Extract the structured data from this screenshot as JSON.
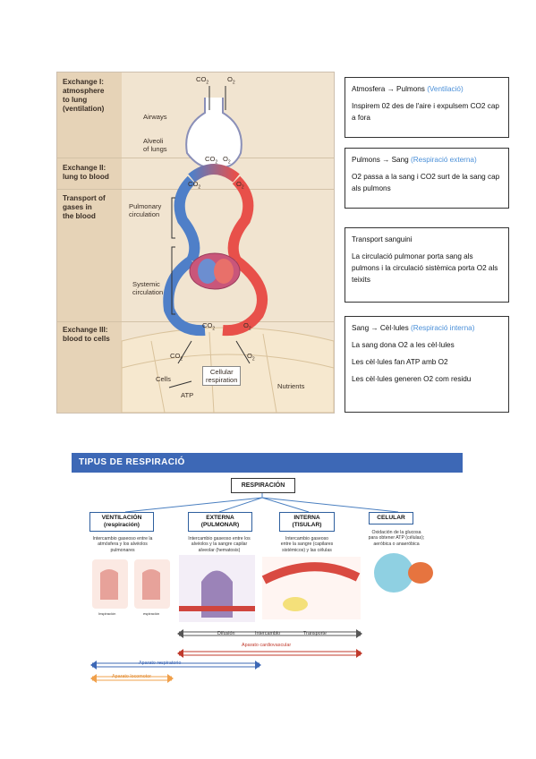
{
  "figure": {
    "stages": [
      {
        "label": "Exchange I:\natmosphere\nto lung\n(ventilation)"
      },
      {
        "label": "Exchange II:\nlung to blood"
      },
      {
        "label": "Transport of\ngases in\nthe blood"
      },
      {
        "label": "Exchange III:\nblood to cells"
      }
    ],
    "side_labels": {
      "airways": "Airways",
      "alveoli": "Alveoli\nof lungs",
      "pulmonary": "Pulmonary\ncirculation",
      "systemic": "Systemic\ncirculation",
      "cells": "Cells",
      "cellular_resp": "Cellular\nrespiration",
      "nutrients": "Nutrients",
      "atp": "ATP"
    },
    "gas": {
      "co2": "CO",
      "o2": "O",
      "sub": "2"
    },
    "colors": {
      "oxygenated": "#e8504a",
      "deoxygenated": "#4f7fc8"
    }
  },
  "boxes": [
    {
      "lines": [
        {
          "text": "Atmosfera → Pulmons ",
          "accent": "(Ventilació)"
        },
        {
          "text": "Inspirem 02 des de l'aire i expulsem CO2 cap a fora",
          "accent": ""
        }
      ]
    },
    {
      "lines": [
        {
          "text": "Pulmons → Sang ",
          "accent": "(Respiració externa)"
        },
        {
          "text": "O2 passa a la sang i CO2 surt de la sang cap als pulmons",
          "accent": ""
        }
      ]
    },
    {
      "lines": [
        {
          "text": "Transport sanguini",
          "accent": ""
        },
        {
          "text": "La circulació pulmonar porta sang als pulmons i la circulació sistèmica porta O2 als teixits",
          "accent": ""
        }
      ]
    },
    {
      "lines": [
        {
          "text": "Sang → Cèl·lules ",
          "accent": "(Respiració interna)"
        },
        {
          "text": "La sang dona O2 a les cèl·lules",
          "accent": ""
        },
        {
          "text": "Les cèl·lules fan ATP amb O2",
          "accent": ""
        },
        {
          "text": "Les cèl·lules generen O2 com residu",
          "accent": ""
        }
      ]
    }
  ],
  "tipus": {
    "banner": "TIPUS DE RESPIRACIÓ",
    "root": "RESPIRACIÓN",
    "types": [
      {
        "title": "VENTILACIÓN\n(respiración)",
        "desc": "Intercambio gaseoso entre la\natmósfera y los alvéolos\npulmonares"
      },
      {
        "title": "EXTERNA\n(PULMONAR)",
        "desc": "Intercambio gaseoso entre los\nalvéolos y la sangre capilar\nalveolar (hematosis)"
      },
      {
        "title": "INTERNA\n(TISULAR)",
        "desc": "Intercambio gaseoso\nentre la sangre (capilares\nsistémicos) y las células"
      },
      {
        "title": "CELULAR",
        "desc": "Oxidación de la glucosa\npara obtener ATP (células);\naeróbica o anaeróbica"
      }
    ],
    "img_captions": {
      "insp": "Inspiración",
      "exp": "espiración"
    },
    "processes": {
      "difusion": "Difusión",
      "intercambio": "Intercambio",
      "transporte": "Transporte"
    },
    "systems": {
      "cardio": "Aparato cardiovascular",
      "resp": "Aparato respiratorio",
      "loco": "Aparato locomotor"
    }
  }
}
